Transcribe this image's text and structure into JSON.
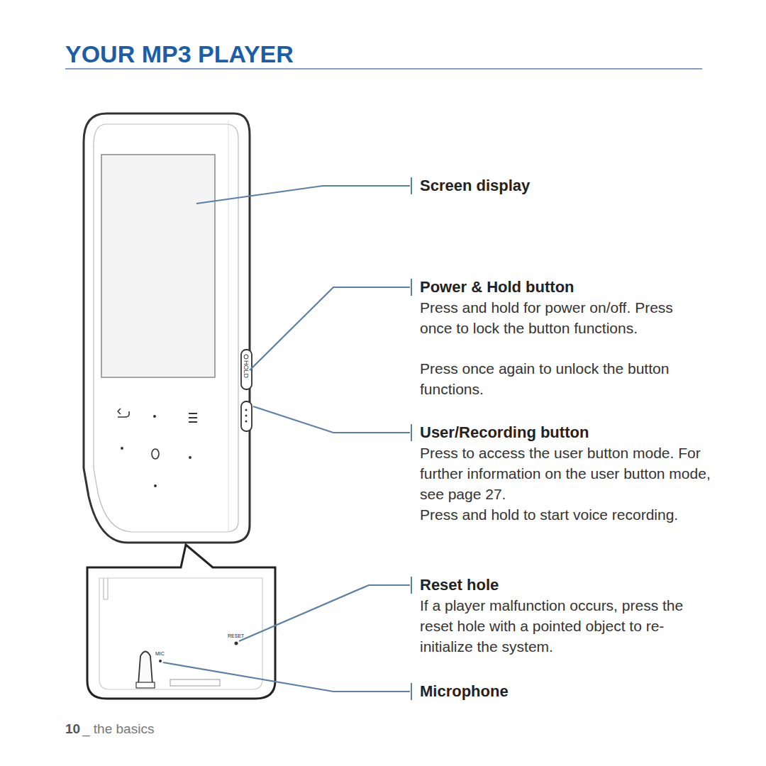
{
  "diagram": {
    "title": "YOUR MP3 PLAYER",
    "labels": [
      "Screen display",
      "Power & Hold button",
      "Press and hold for power on/off. Press once to lock the button functions.",
      "Press once again to unlock the button functions.",
      "User/Recording button",
      "Press to access the user button mode. For further information on the user button mode, see page 27.",
      "Press and hold to start voice recording.",
      "Reset hole",
      "If a player malfunction occurs, press the reset hole with a pointed object to re-initialize the system.",
      "Microphone",
      "HOLD",
      "RESET",
      "MIC",
      "10",
      "_ the basics"
    ]
  }
}
